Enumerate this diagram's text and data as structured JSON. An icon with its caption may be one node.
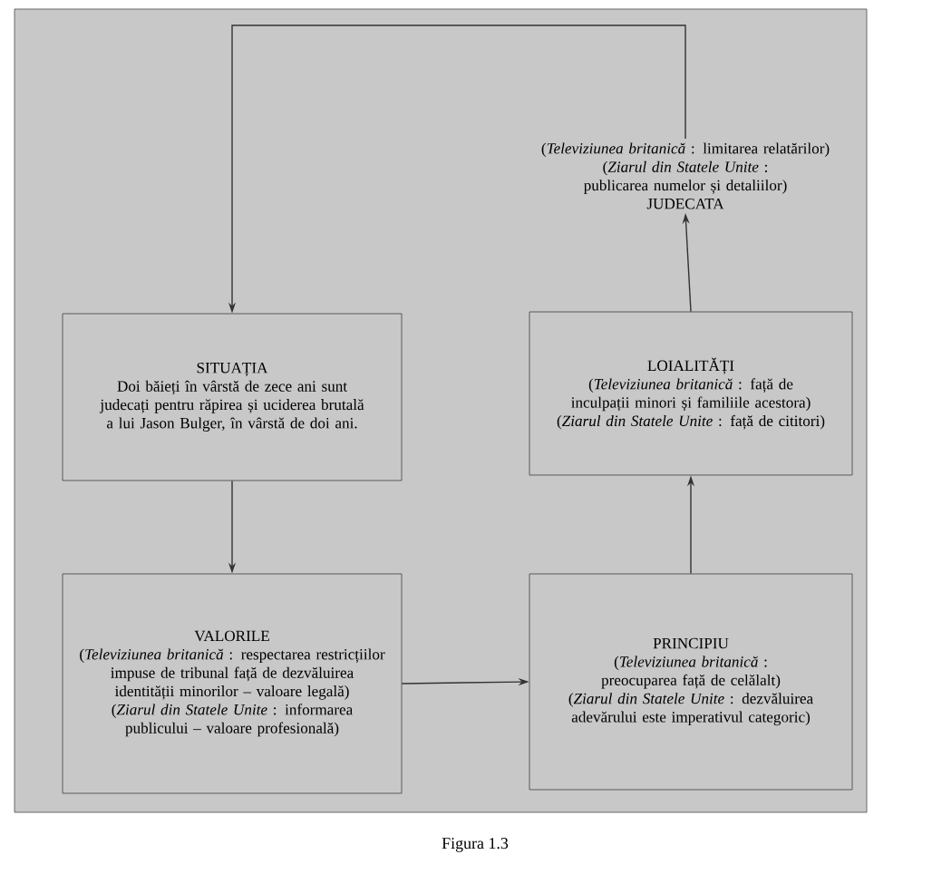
{
  "diagram": {
    "caption": "Figura 1.3",
    "nodes": [
      {
        "text": [
          "SITUAȚIA",
          "Doi băieți în vârstă de zece ani sunt judecați pentru răpirea și uciderea brutală a lui Jason Bulger, în vârstă de doi ani."
        ]
      },
      {
        "text": [
          "VALORILE",
          "(*Televiziunea britanică* : respectarea restricțiilor impuse de tribunal față de dezvăluirea identității minorilor – valoare legală)",
          "(*Ziarul din Statele Unite* : informarea publicului – valoare profesională)"
        ]
      },
      {
        "text": [
          "PRINCIPIU",
          "(*Televiziunea britanică* : preocuparea față de celălalt)",
          "(*Ziarul din Statele Unite* : dezvăluirea adevărului este imperativul categoric)"
        ]
      },
      {
        "text": [
          "LOIALITĂȚI",
          "(*Televiziunea britanică* : față de inculpații minori și familiile acestora)",
          "(*Ziarul din Statele Unite* : față de cititori)"
        ]
      },
      {
        "text": [
          "(*Televiziunea britanică* : limitarea relatărilor)",
          "(*Ziarul din Statele Unite* : publicarea numelor și detaliilor)",
          "JUDECATA"
        ]
      }
    ],
    "edges": [
      {
        "from": 0,
        "to": 1,
        "arrow": "to"
      },
      {
        "from": 1,
        "to": 2,
        "arrow": "to"
      },
      {
        "from": 2,
        "to": 3,
        "arrow": "to"
      },
      {
        "from": 3,
        "to": 4,
        "arrow": "to"
      },
      {
        "from": 4,
        "to": 0,
        "arrow": "to"
      }
    ]
  }
}
